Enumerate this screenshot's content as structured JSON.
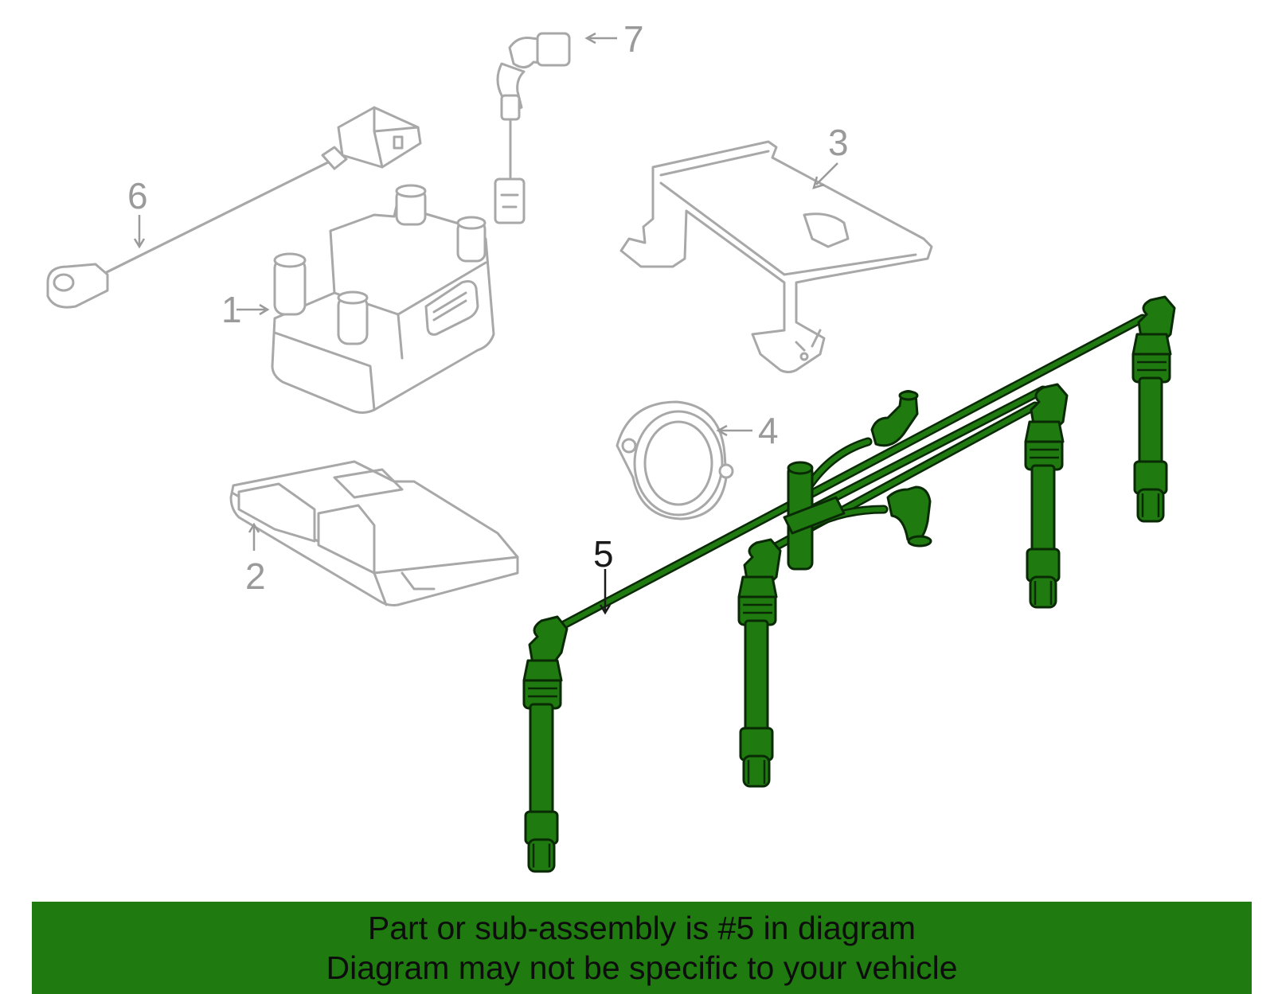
{
  "callouts": {
    "c1": "1",
    "c2": "2",
    "c3": "3",
    "c4": "4",
    "c5": "5",
    "c6": "6",
    "c7": "7"
  },
  "banner": {
    "line1": "Part or sub-assembly is #5 in diagram",
    "line2": "Diagram may not be specific to your vehicle"
  },
  "colors": {
    "highlight": "#1f7a10",
    "outline_inactive": "#a8a8a8"
  }
}
